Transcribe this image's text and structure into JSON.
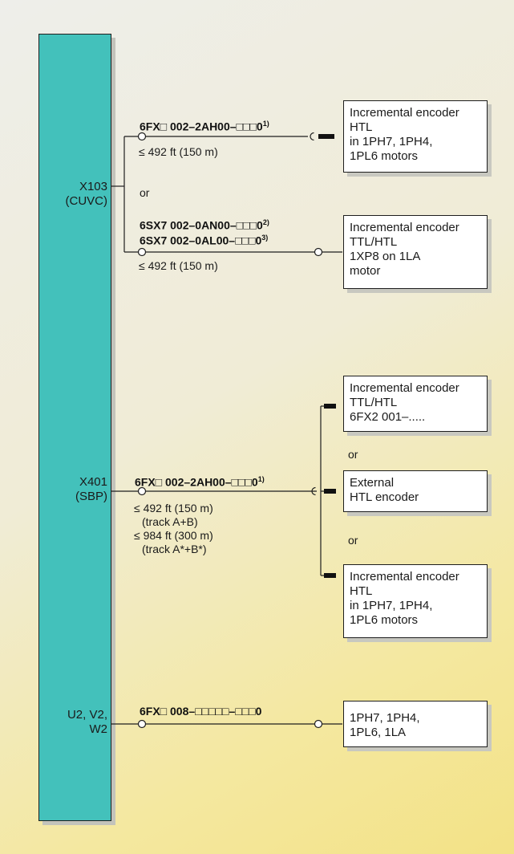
{
  "connectors": {
    "x103": {
      "name": "X103",
      "sub": "(CUVC)"
    },
    "x401": {
      "name": "X401",
      "sub": "(SBP)"
    },
    "u2": {
      "name": "U2, V2,",
      "sub": "W2"
    }
  },
  "or_label": "or",
  "cables": {
    "c1": {
      "code": "6FX□ 002–2AH00–□□□0",
      "note": "1)",
      "length": "≤ 492 ft (150 m)"
    },
    "c2": {
      "code_a": "6SX7 002–0AN00–□□□0",
      "note_a": "2)",
      "code_b": "6SX7 002–0AL00–□□□0",
      "note_b": "3)",
      "length": "≤ 492 ft (150 m)"
    },
    "c3": {
      "code": "6FX□ 002–2AH00–□□□0",
      "note": "1)",
      "length1": "≤ 492 ft (150 m)",
      "detail1": "(track A+B)",
      "length2": "≤ 984 ft (300 m)",
      "detail2": "(track A*+B*)"
    },
    "c4": {
      "code": "6FX□ 008–□□□□□–□□□0"
    }
  },
  "devices": {
    "d1": {
      "l1": "Incremental encoder",
      "l2": "HTL",
      "l3": "in  1PH7, 1PH4,",
      "l4": "1PL6 motors"
    },
    "d2": {
      "l1": "Incremental encoder",
      "l2": "TTL/HTL",
      "l3": "1XP8 on 1LA",
      "l4": "motor"
    },
    "d3": {
      "l1": "Incremental encoder",
      "l2": "TTL/HTL",
      "l3": "6FX2 001–....."
    },
    "d4": {
      "l1": "External",
      "l2": "HTL encoder"
    },
    "d5": {
      "l1": "Incremental encoder",
      "l2": "HTL",
      "l3": "in 1PH7, 1PH4,",
      "l4": "1PL6 motors"
    },
    "d6": {
      "l1": "1PH7, 1PH4,",
      "l2": "1PL6, 1LA"
    }
  }
}
